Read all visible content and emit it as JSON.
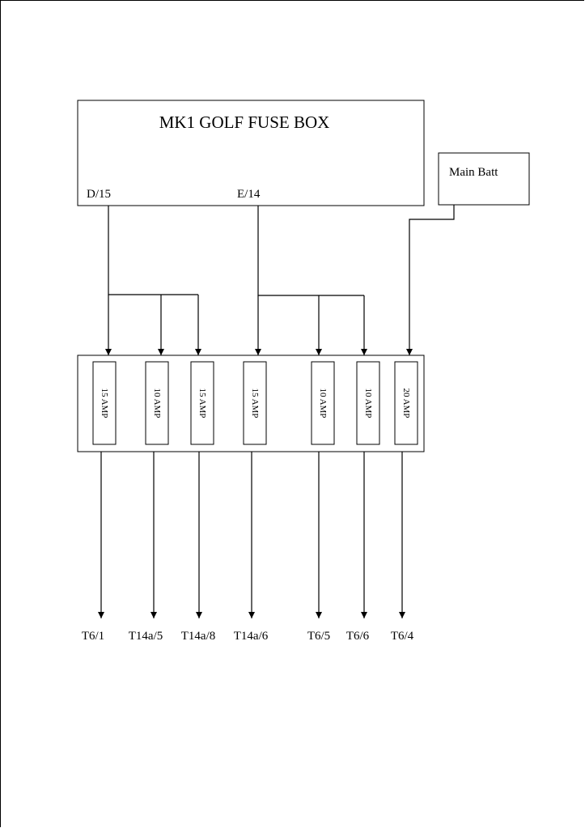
{
  "title": "MK1 GOLF FUSE BOX",
  "sources": {
    "d15": "D/15",
    "e14": "E/14",
    "battery": "Main Batt"
  },
  "fuses": [
    {
      "rating": "15 AMP",
      "output": "T6/1",
      "source": "D/15"
    },
    {
      "rating": "10 AMP",
      "output": "T14a/5",
      "source": "D/15"
    },
    {
      "rating": "15 AMP",
      "output": "T14a/8",
      "source": "D/15"
    },
    {
      "rating": "15 AMP",
      "output": "T14a/6",
      "source": "E/14"
    },
    {
      "rating": "10 AMP",
      "output": "T6/5",
      "source": "E/14"
    },
    {
      "rating": "10 AMP",
      "output": "T6/6",
      "source": "E/14"
    },
    {
      "rating": "20 AMP",
      "output": "T6/4",
      "source": "Main Batt"
    }
  ]
}
